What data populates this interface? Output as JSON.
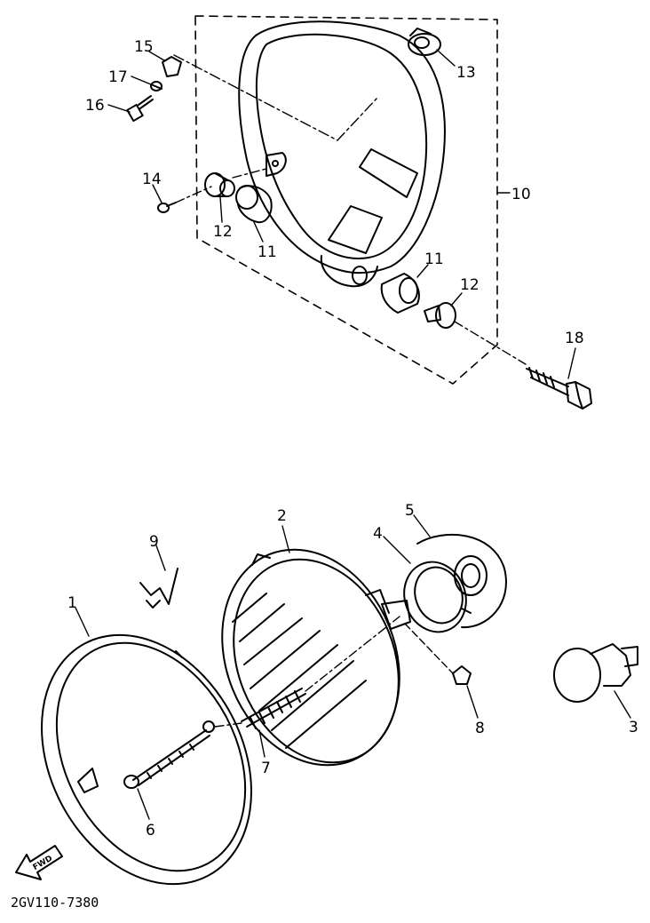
{
  "diagram": {
    "part_labels": {
      "p1": "1",
      "p2": "2",
      "p3": "3",
      "p4": "4",
      "p5": "5",
      "p6": "6",
      "p7": "7",
      "p8": "8",
      "p9": "9",
      "p10": "10",
      "p11a": "11",
      "p11b": "11",
      "p12a": "12",
      "p12b": "12",
      "p13": "13",
      "p14": "14",
      "p15": "15",
      "p16": "16",
      "p17": "17",
      "p18": "18"
    },
    "front_arrow_label": "FWD",
    "figure_code": "2GV110-7380"
  }
}
